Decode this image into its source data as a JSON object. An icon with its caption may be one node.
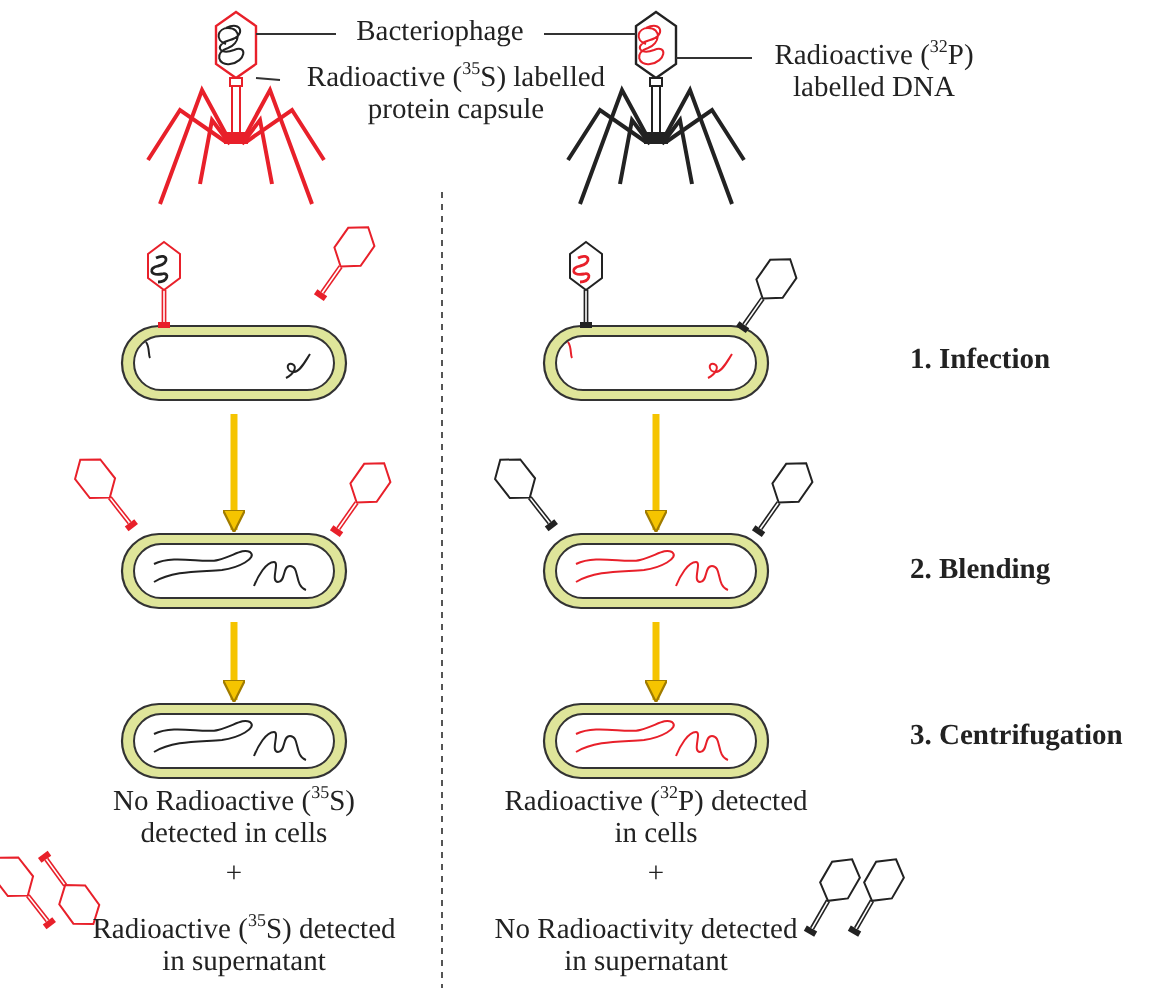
{
  "diagram": {
    "nodes": [
      {
        "text": [
          "Bacteriophage"
        ]
      },
      {
        "text": [],
        "shape": "picture"
      },
      {
        "text": [],
        "shape": "picture"
      },
      {
        "text": [
          "Radioactive ($^{35}$S) labelled protein capsule"
        ]
      },
      {
        "text": [
          "Radioactive ($^{32}$P) labelled DNA"
        ]
      },
      {
        "text": [],
        "shape": "picture"
      },
      {
        "text": [],
        "shape": "picture"
      },
      {
        "text": [],
        "shape": "picture",
        "beside": [
          "No Radioactive ($^{35}$S) detected in cells"
        ]
      },
      {
        "text": [],
        "shape": "picture"
      },
      {
        "text": [],
        "shape": "picture"
      },
      {
        "text": [],
        "shape": "picture",
        "beside": [
          "Radioactive ($^{32}$P) detected in cells"
        ]
      }
    ],
    "edges": [
      {
        "from": 0,
        "to": 1,
        "arrow": "none"
      },
      {
        "from": 0,
        "to": 2,
        "arrow": "none"
      },
      {
        "from": 3,
        "to": 1,
        "arrow": "none"
      },
      {
        "from": 4,
        "to": 2,
        "arrow": "none"
      },
      {
        "from": 5,
        "to": 6,
        "arrow": "to",
        "style": "thick",
        "color": "#f5c400"
      },
      {
        "from": 6,
        "to": 7,
        "arrow": "to",
        "style": "thick",
        "color": "#f5c400"
      },
      {
        "from": 8,
        "to": 9,
        "arrow": "to",
        "style": "thick",
        "color": "#f5c400"
      },
      {
        "from": 9,
        "to": 10,
        "arrow": "to",
        "style": "thick",
        "color": "#f5c400"
      }
    ],
    "labels": [
      "1. Infection",
      "2. Blending",
      "3. Centrifugation",
      "+",
      "Radioactive ($^{35}$S) detected in supernatant",
      "+",
      "No Radioactivity detected in supernatant"
    ]
  }
}
